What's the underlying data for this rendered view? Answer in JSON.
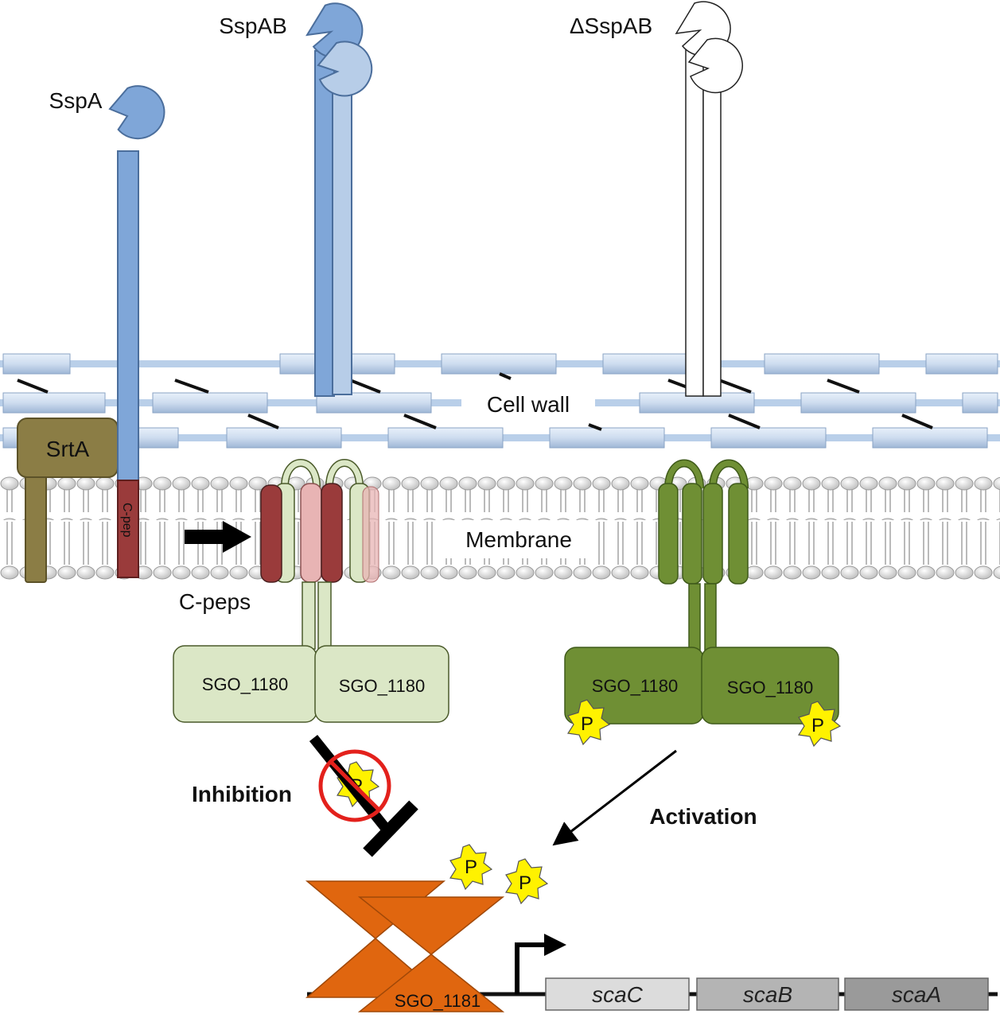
{
  "labels": {
    "sspa": "SspA",
    "sspab": "SspAB",
    "delta_sspab": "ΔSspAB",
    "srta": "SrtA",
    "cell_wall": "Cell wall",
    "membrane": "Membrane",
    "cpep": "C-pep",
    "cpeps": "C-peps",
    "inhibition": "Inhibition",
    "activation": "Activation",
    "phospho": "P"
  },
  "kinase_left": [
    "SGO_1180",
    "SGO_1180"
  ],
  "kinase_right": [
    "SGO_1180",
    "SGO_1180"
  ],
  "regulator": "SGO_1181",
  "genes": [
    {
      "name": "scaC",
      "color": "#dcdcdc"
    },
    {
      "name": "scaB",
      "color": "#b4b4b4"
    },
    {
      "name": "scaA",
      "color": "#9a9a9a"
    }
  ],
  "colors": {
    "sspa_blue": "#7fa6d8",
    "sspb_blue": "#b7cde8",
    "srta_olive": "#8b7d45",
    "cpep_red": "#9a3b3b",
    "pale_green": "#dbe7c6",
    "dark_green": "#6f8f34",
    "orange": "#e0660f",
    "phospho_yellow": "#fff200"
  }
}
